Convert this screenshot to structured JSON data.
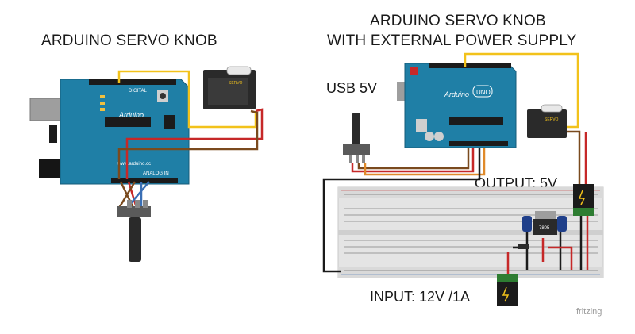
{
  "titles": {
    "left": "ARDUINO SERVO KNOB",
    "right_line1": "ARDUINO SERVO KNOB",
    "right_line2": "WITH EXTERNAL POWER SUPPLY"
  },
  "labels": {
    "usb": "USB 5V",
    "output": "OUTPUT: 5V",
    "input": "INPUT: 12V /1A",
    "watermark": "fritzing"
  },
  "board_text": {
    "left_brand": "Arduino",
    "left_url": "www.arduino.cc",
    "left_digital": "DIGITAL",
    "left_analog": "ANALOG IN",
    "right_brand": "Arduino",
    "right_uno": "UNO",
    "servo_label": "SERVO",
    "regulator": "7805"
  },
  "colors": {
    "board": "#1f7fa6",
    "board_dark": "#17688a",
    "wire_yellow": "#f2c21b",
    "wire_red": "#c62828",
    "wire_brown": "#7a4a1e",
    "wire_orange": "#e08a2a",
    "wire_blue": "#3a6fb5",
    "wire_black": "#1a1a1a",
    "breadboard": "#e4e4e4",
    "jack_green": "#2e7d32"
  },
  "icons": [
    "arduino-board",
    "servo-motor",
    "potentiometer",
    "breadboard",
    "voltage-regulator",
    "capacitor",
    "power-jack"
  ]
}
